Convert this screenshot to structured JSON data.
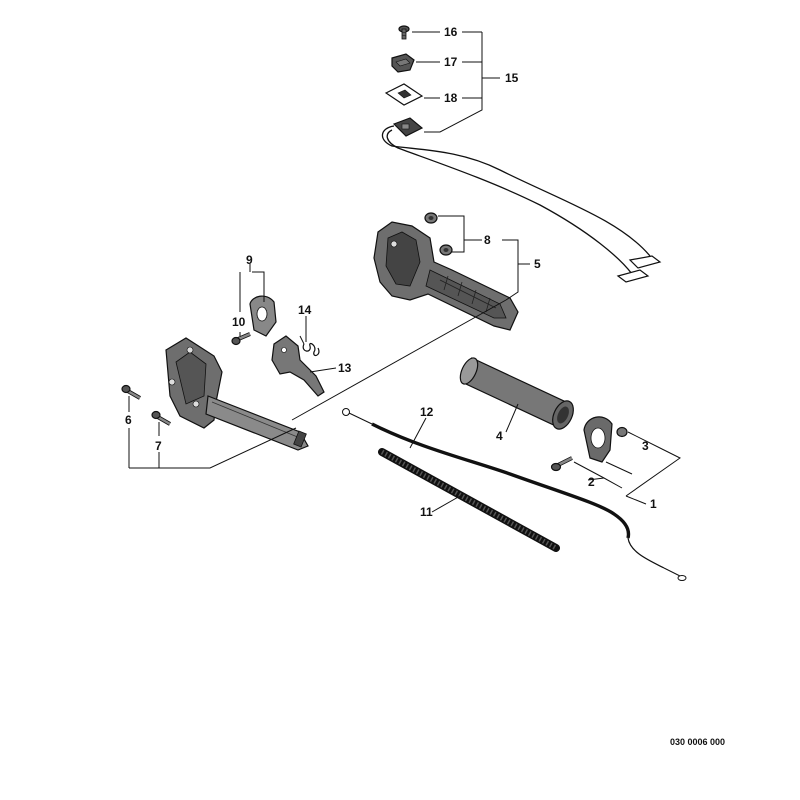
{
  "diagram": {
    "drawing_code": "030 0006 000",
    "parts": [
      {
        "id": "1",
        "label": "1"
      },
      {
        "id": "2",
        "label": "2"
      },
      {
        "id": "3",
        "label": "3"
      },
      {
        "id": "4",
        "label": "4"
      },
      {
        "id": "5",
        "label": "5"
      },
      {
        "id": "6",
        "label": "6"
      },
      {
        "id": "7",
        "label": "7"
      },
      {
        "id": "8",
        "label": "8"
      },
      {
        "id": "9",
        "label": "9"
      },
      {
        "id": "10",
        "label": "10"
      },
      {
        "id": "11",
        "label": "11"
      },
      {
        "id": "12",
        "label": "12"
      },
      {
        "id": "13",
        "label": "13"
      },
      {
        "id": "14",
        "label": "14"
      },
      {
        "id": "15",
        "label": "15"
      },
      {
        "id": "16",
        "label": "16"
      },
      {
        "id": "17",
        "label": "17"
      },
      {
        "id": "18",
        "label": "18"
      }
    ]
  }
}
